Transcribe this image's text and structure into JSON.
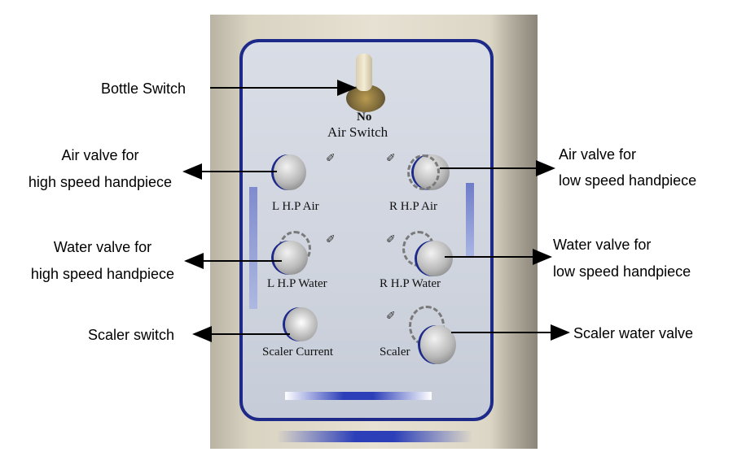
{
  "labels": {
    "bottle_switch": "Bottle Switch",
    "air_high_line1": "Air valve for",
    "air_high_line2": "high speed handpiece",
    "water_high_line1": "Water valve for",
    "water_high_line2": "high speed handpiece",
    "scaler_switch": "Scaler switch",
    "air_low_line1": "Air valve for",
    "air_low_line2": "low speed handpiece",
    "water_low_line1": "Water valve for",
    "water_low_line2": "low speed handpiece",
    "scaler_water": "Scaler water valve"
  },
  "panel": {
    "toggle_text": "No",
    "air_switch": "Air Switch",
    "lhp_air": "L H.P Air",
    "rhp_air": "R H.P Air",
    "lhp_water": "L H.P Water",
    "rhp_water": "R H.P Water",
    "scaler_current": "Scaler Current",
    "scaler": "Scaler"
  },
  "colors": {
    "panel_border": "#1d2a8a",
    "arrow": "#000000"
  },
  "icons": [
    "handpiece-air-icon",
    "handpiece-water-icon",
    "scaler-icon"
  ]
}
